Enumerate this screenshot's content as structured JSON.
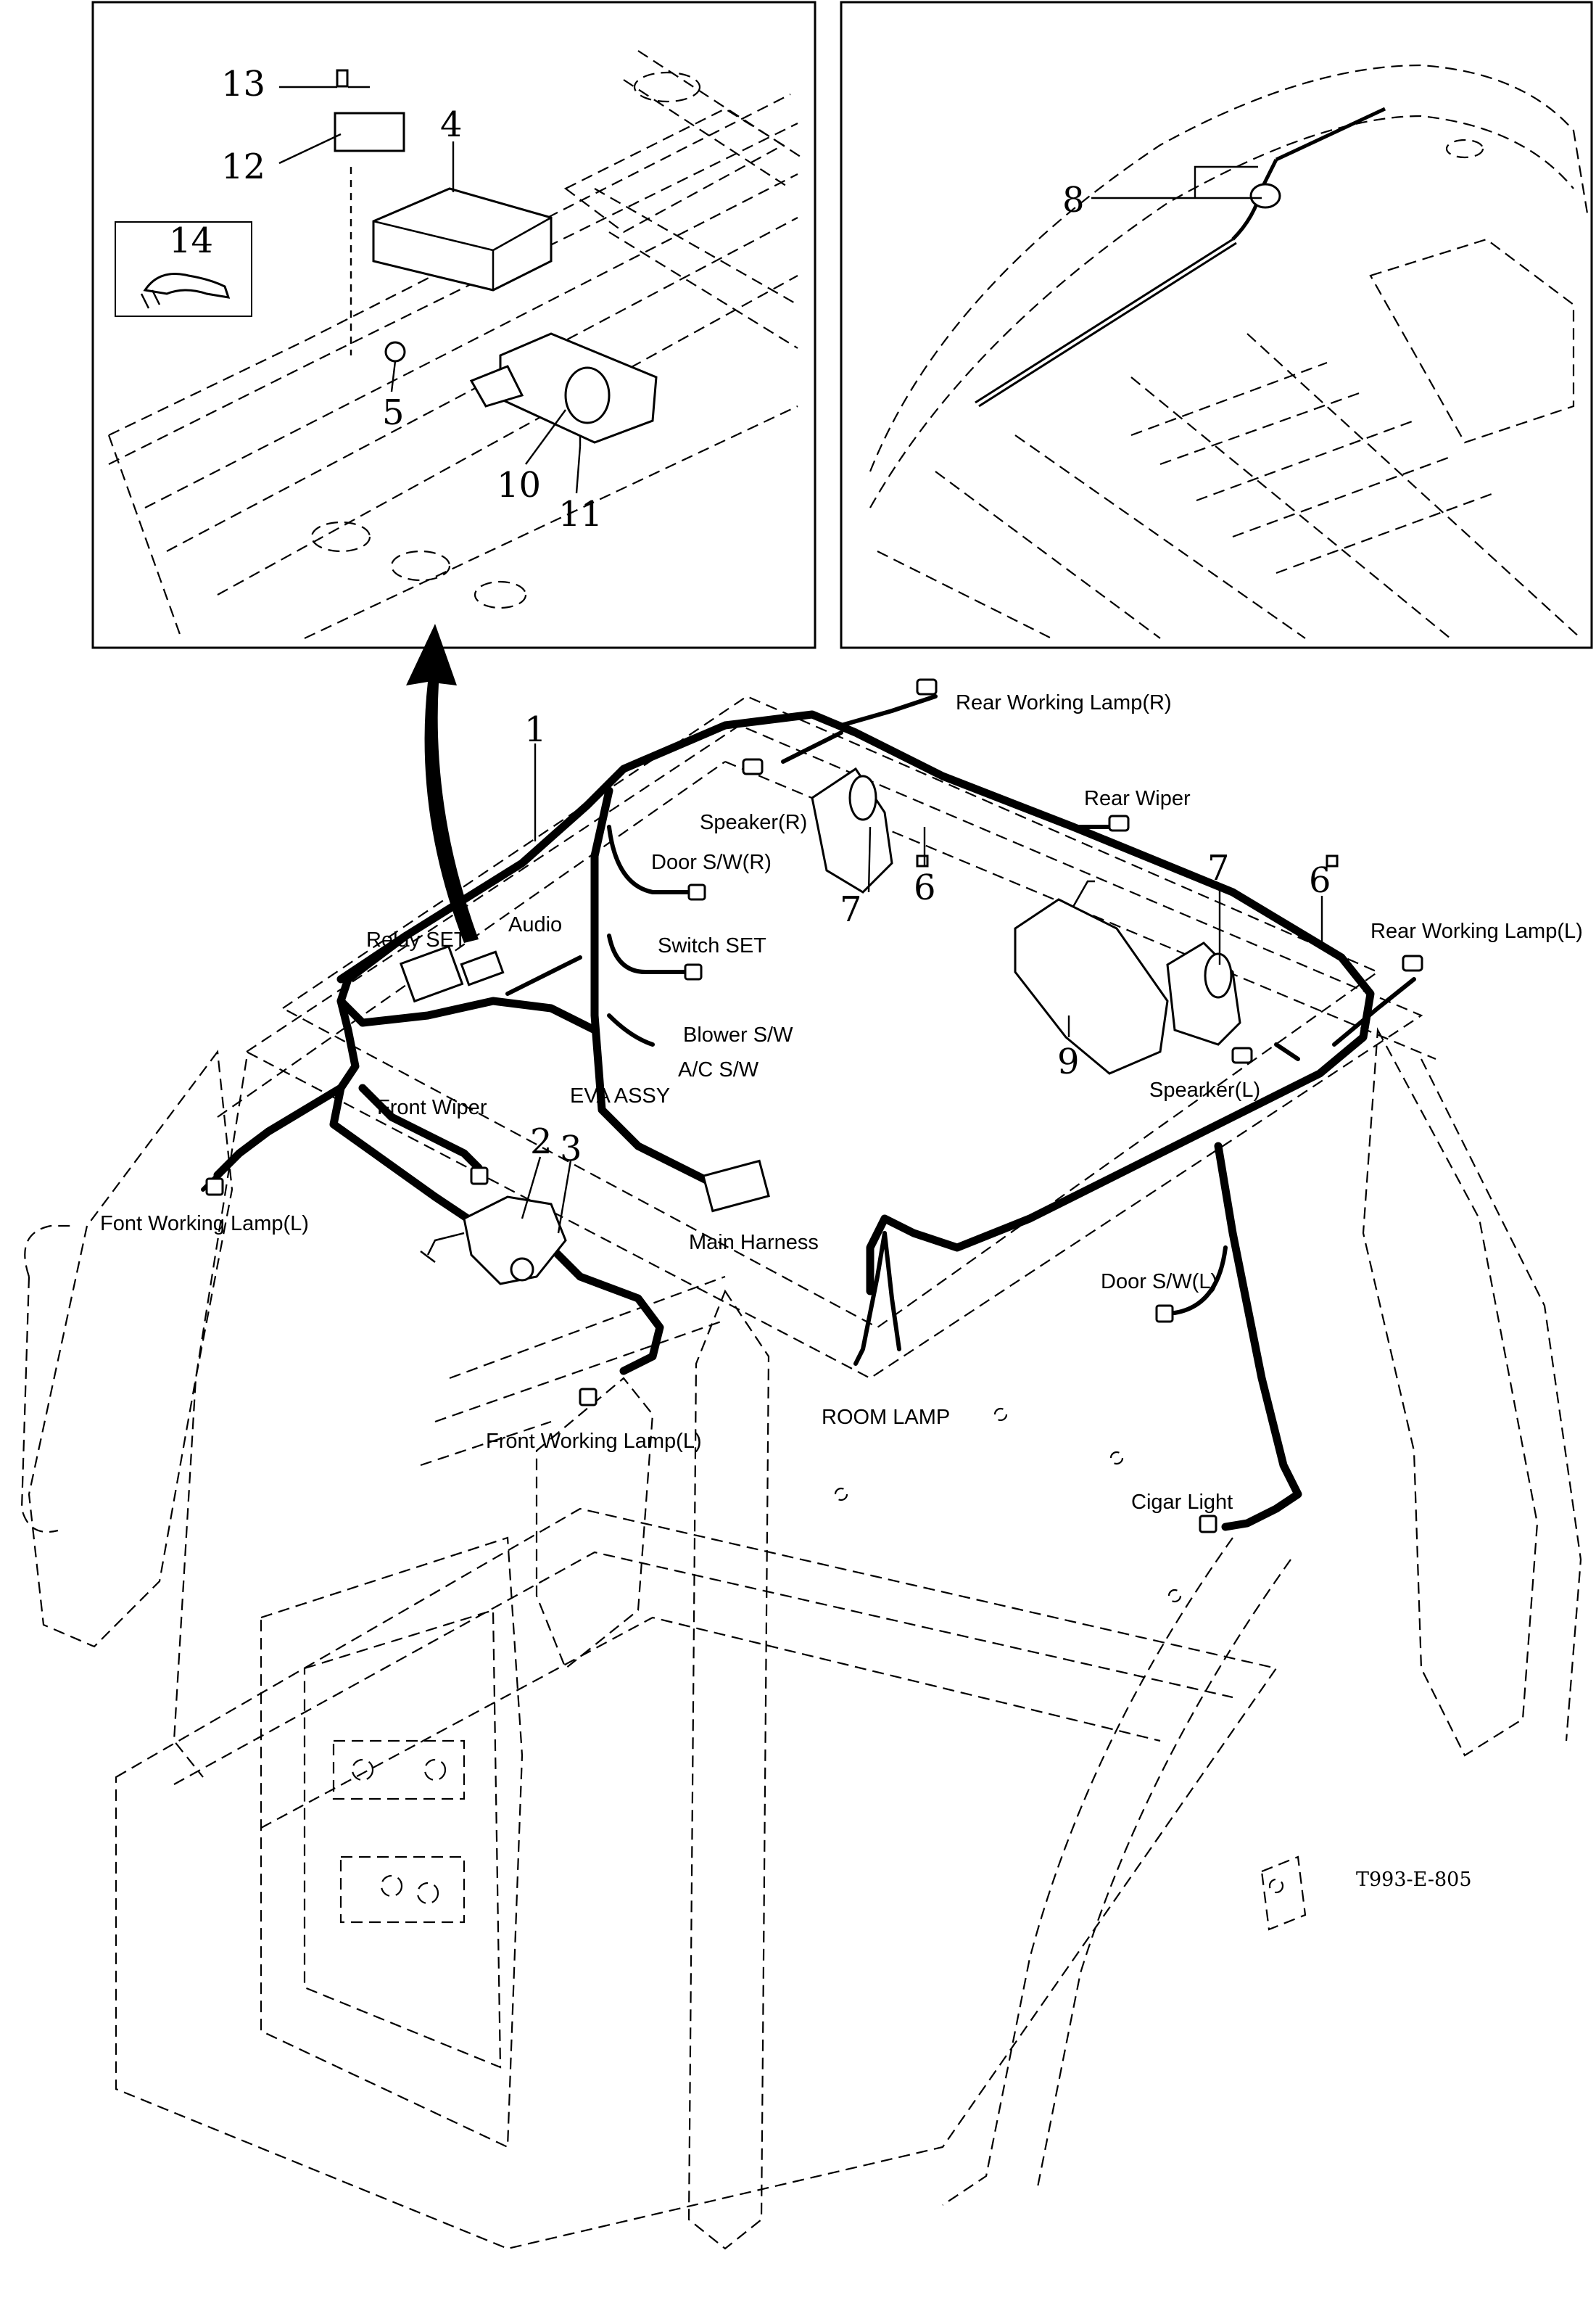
{
  "callouts": {
    "c1": "1",
    "c2": "2",
    "c3": "3",
    "c4": "4",
    "c5": "5",
    "c6a": "6",
    "c6b": "6",
    "c7a": "7",
    "c7b": "7",
    "c8": "8",
    "c9": "9",
    "c10": "10",
    "c11": "11",
    "c12": "12",
    "c13": "13",
    "c14": "14"
  },
  "labels": {
    "rear_working_lamp_r": "Rear Working Lamp(R)",
    "rear_wiper": "Rear Wiper",
    "rear_working_lamp_l": "Rear Working Lamp(L)",
    "speaker_r": "Speaker(R)",
    "speaker_l": "Spearker(L)",
    "door_sw_r": "Door S/W(R)",
    "door_sw_l": "Door S/W(L)",
    "switch_set": "Switch SET",
    "relay_set": "Relay SET",
    "audio": "Audio",
    "blower_sw": "Blower S/W",
    "ac_sw": "A/C S/W",
    "eva_assy": "EVA ASSY",
    "front_wiper": "Front Wiper",
    "font_working_lamp_l": "Font Working Lamp(L)",
    "main_harness": "Main Harness",
    "front_working_lamp_l": "Front Working Lamp(L)",
    "room_lamp": "ROOM LAMP",
    "cigar_light": "Cigar Light"
  },
  "drawing_code": "T993-E-805"
}
